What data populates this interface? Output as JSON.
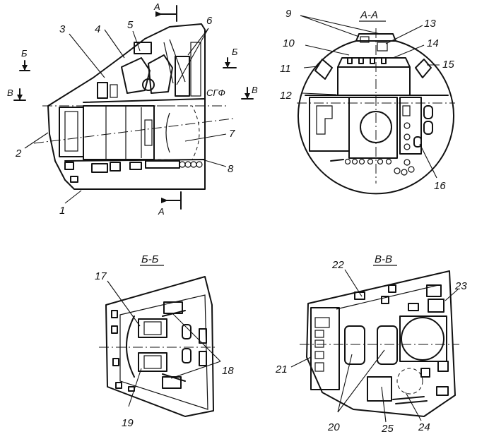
{
  "views": {
    "main": {
      "sgf_label": "СГФ",
      "section_letters": {
        "a_top": "А",
        "a_bottom": "А",
        "b_left": "Б",
        "b_right": "Б",
        "v_left": "В",
        "v_right": "В"
      },
      "callouts": [
        "1",
        "2",
        "3",
        "4",
        "5",
        "6",
        "7",
        "8"
      ]
    },
    "section_aa": {
      "title": "А-А",
      "callouts": [
        "9",
        "10",
        "11",
        "12",
        "13",
        "14",
        "15",
        "16"
      ]
    },
    "section_bb": {
      "title": "Б-Б",
      "callouts": [
        "17",
        "18",
        "19"
      ]
    },
    "section_vv": {
      "title": "В-В",
      "callouts": [
        "20",
        "21",
        "22",
        "23",
        "24",
        "25"
      ]
    }
  }
}
